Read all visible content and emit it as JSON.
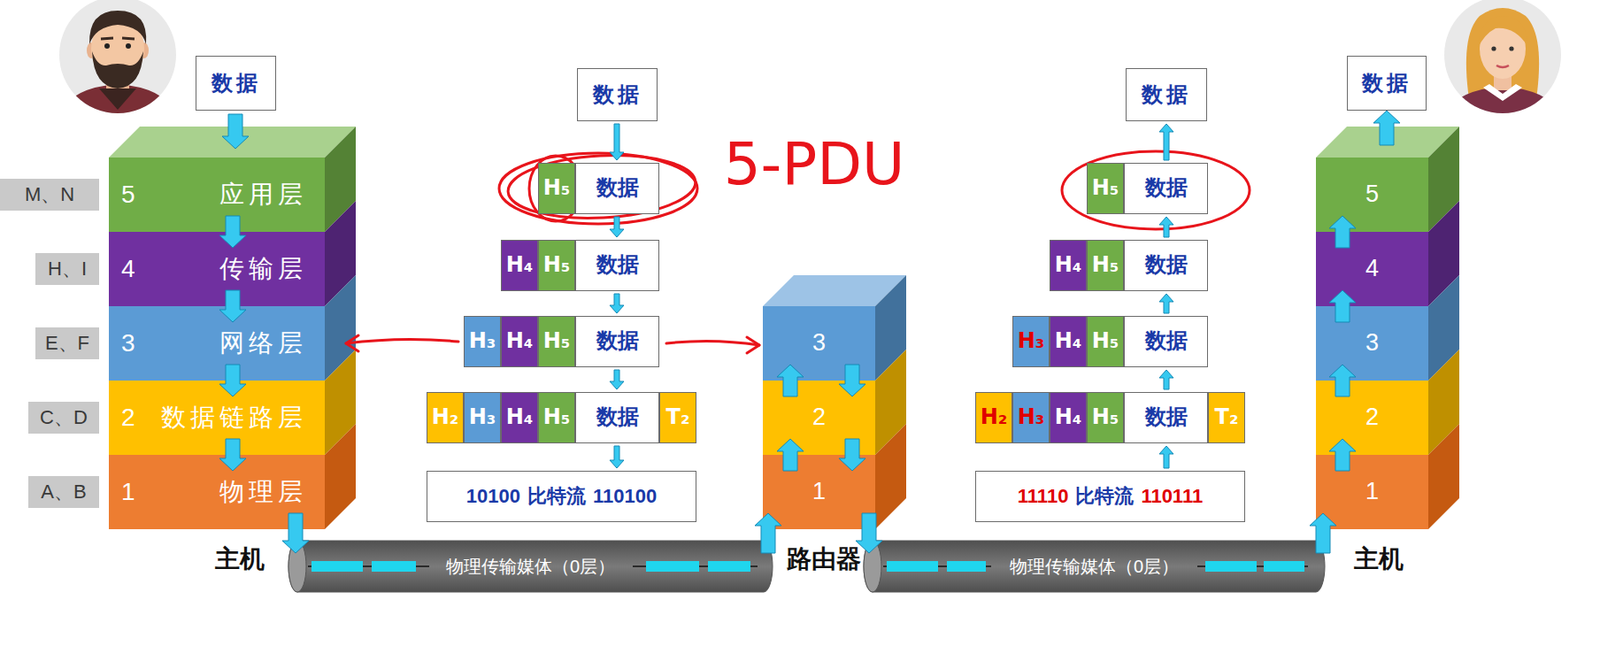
{
  "diagram": {
    "nodes": [
      {
        "text": [
          "数据"
        ]
      },
      {
        "text": [
          "5",
          "应用层"
        ]
      },
      {
        "text": [
          "4",
          "传输层"
        ]
      },
      {
        "text": [
          "3",
          "网络层"
        ]
      },
      {
        "text": [
          "2",
          "数据链路层"
        ]
      },
      {
        "text": [
          "1",
          "物理层"
        ]
      },
      {
        "text": [
          "M、N"
        ]
      },
      {
        "text": [
          "H、I"
        ]
      },
      {
        "text": [
          "E、F"
        ]
      },
      {
        "text": [
          "C、D"
        ]
      },
      {
        "text": [
          "A、B"
        ]
      },
      {
        "text": [
          "数据"
        ]
      },
      {
        "text": [
          "H₅"
        ]
      },
      {
        "text": [
          "数据"
        ]
      },
      {
        "text": [
          "H₄"
        ]
      },
      {
        "text": [
          "H₅"
        ]
      },
      {
        "text": [
          "数据"
        ]
      },
      {
        "text": [
          "H₃"
        ]
      },
      {
        "text": [
          "H₄"
        ]
      },
      {
        "text": [
          "H₅"
        ]
      },
      {
        "text": [
          "数据"
        ]
      },
      {
        "text": [
          "H₂"
        ]
      },
      {
        "text": [
          "H₃"
        ]
      },
      {
        "text": [
          "H₄"
        ]
      },
      {
        "text": [
          "H₅"
        ]
      },
      {
        "text": [
          "数据"
        ]
      },
      {
        "text": [
          "T₂"
        ]
      },
      {
        "text": [
          "10100",
          "比特流",
          "110100"
        ]
      },
      {
        "text": [
          "3"
        ]
      },
      {
        "text": [
          "2"
        ]
      },
      {
        "text": [
          "1"
        ]
      },
      {
        "text": [
          "数据"
        ]
      },
      {
        "text": [
          "H₅"
        ]
      },
      {
        "text": [
          "数据"
        ]
      },
      {
        "text": [
          "H₄"
        ]
      },
      {
        "text": [
          "H₅"
        ]
      },
      {
        "text": [
          "数据"
        ]
      },
      {
        "text": [
          "H₃"
        ]
      },
      {
        "text": [
          "H₄"
        ]
      },
      {
        "text": [
          "H₅"
        ]
      },
      {
        "text": [
          "数据"
        ]
      },
      {
        "text": [
          "H₂"
        ]
      },
      {
        "text": [
          "H₃"
        ]
      },
      {
        "text": [
          "H₄"
        ]
      },
      {
        "text": [
          "H₅"
        ]
      },
      {
        "text": [
          "数据"
        ]
      },
      {
        "text": [
          "T₂"
        ]
      },
      {
        "text": [
          "11110",
          "比特流",
          "110111"
        ]
      },
      {
        "text": [
          "数据"
        ]
      },
      {
        "text": [
          "5"
        ]
      },
      {
        "text": [
          "4"
        ]
      },
      {
        "text": [
          "3"
        ]
      },
      {
        "text": [
          "2"
        ]
      },
      {
        "text": [
          "1"
        ]
      },
      {
        "text": [
          "物理传输媒体（0层）"
        ]
      },
      {
        "text": [
          "物理传输媒体（0层）"
        ]
      }
    ],
    "edges": [
      {
        "from": 0,
        "to": 1,
        "arrow": "to"
      },
      {
        "from": 1,
        "to": 2,
        "arrow": "to"
      },
      {
        "from": 2,
        "to": 3,
        "arrow": "to"
      },
      {
        "from": 3,
        "to": 4,
        "arrow": "to"
      },
      {
        "from": 4,
        "to": 5,
        "arrow": "to"
      },
      {
        "from": 5,
        "to": 54,
        "arrow": "to"
      },
      {
        "from": 54,
        "to": 30,
        "arrow": "to"
      },
      {
        "from": 30,
        "to": 29,
        "arrow": "to"
      },
      {
        "from": 29,
        "to": 28,
        "arrow": "to"
      },
      {
        "from": 28,
        "to": 29,
        "arrow": "to"
      },
      {
        "from": 29,
        "to": 30,
        "arrow": "to"
      },
      {
        "from": 30,
        "to": 55,
        "arrow": "to"
      },
      {
        "from": 55,
        "to": 53,
        "arrow": "to"
      },
      {
        "from": 53,
        "to": 52,
        "arrow": "to"
      },
      {
        "from": 52,
        "to": 51,
        "arrow": "to"
      },
      {
        "from": 51,
        "to": 50,
        "arrow": "to"
      },
      {
        "from": 50,
        "to": 49,
        "arrow": "to"
      },
      {
        "from": 49,
        "to": 48,
        "arrow": "to"
      },
      {
        "from": 11,
        "to": 13,
        "arrow": "to"
      },
      {
        "from": 13,
        "to": 16,
        "arrow": "to"
      },
      {
        "from": 16,
        "to": 20,
        "arrow": "to"
      },
      {
        "from": 20,
        "to": 25,
        "arrow": "to"
      },
      {
        "from": 25,
        "to": 27,
        "arrow": "to"
      },
      {
        "from": 47,
        "to": 45,
        "arrow": "to"
      },
      {
        "from": 45,
        "to": 40,
        "arrow": "to"
      },
      {
        "from": 40,
        "to": 36,
        "arrow": "to"
      },
      {
        "from": 36,
        "to": 33,
        "arrow": "to"
      },
      {
        "from": 33,
        "to": 31,
        "arrow": "to"
      },
      {
        "from": 17,
        "to": 3,
        "arrow": "to"
      },
      {
        "from": 20,
        "to": 28,
        "arrow": "to"
      }
    ],
    "labels": [
      "主机",
      "路由器",
      "主机",
      "5-PDU"
    ]
  }
}
